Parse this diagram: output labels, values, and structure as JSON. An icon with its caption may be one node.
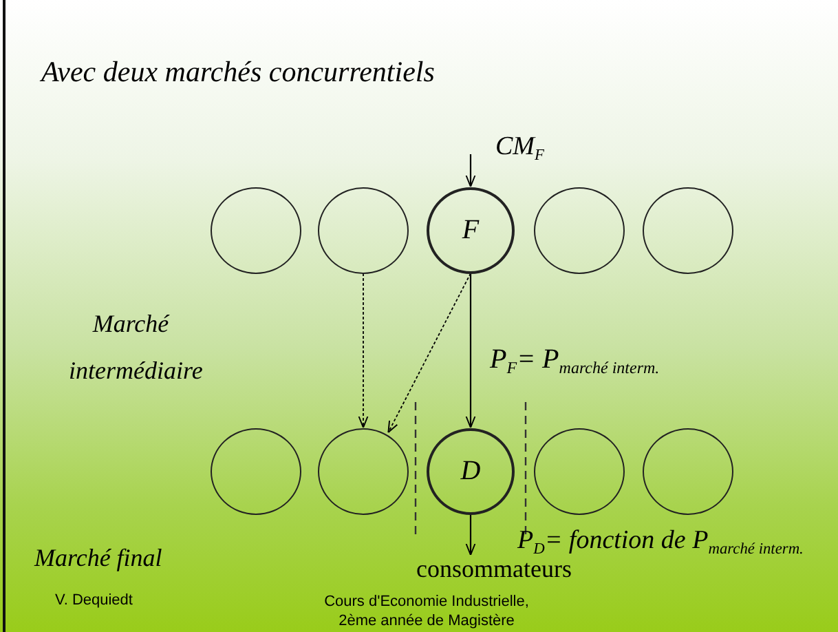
{
  "diagram": {
    "title": "Avec deux marchés concurrentiels",
    "nodes": [
      {
        "text": [],
        "shape": "circle"
      },
      {
        "text": [],
        "shape": "circle"
      },
      {
        "text": [
          "F"
        ]
      },
      {
        "text": [],
        "shape": "circle"
      },
      {
        "text": [],
        "shape": "circle"
      },
      {
        "text": [],
        "shape": "circle"
      },
      {
        "text": [],
        "shape": "circle"
      },
      {
        "text": [
          "D"
        ]
      },
      {
        "text": [],
        "shape": "circle"
      },
      {
        "text": [],
        "shape": "circle"
      },
      {
        "text": [
          "consommateurs"
        ]
      }
    ],
    "edges": [
      {
        "from": null,
        "to": 2,
        "arrow": "to",
        "label": "CM$_{F}$"
      },
      {
        "from": 1,
        "to": 6,
        "arrow": "to",
        "style": "dashed"
      },
      {
        "from": 2,
        "to": 6,
        "arrow": "to",
        "style": "dashed"
      },
      {
        "from": 2,
        "to": 7,
        "arrow": "to",
        "label": "P$_{F}$= P$_{marché interm.}$"
      },
      {
        "from": 7,
        "to": 10,
        "arrow": "to"
      }
    ],
    "labels": [
      "Marché intermédiaire",
      "P$_{D}$= fonction de P$_{marché interm.}$",
      "Marché final",
      "V. Dequiedt",
      "Cours d'Economie Industrielle, 2ème année de Magistère"
    ]
  }
}
